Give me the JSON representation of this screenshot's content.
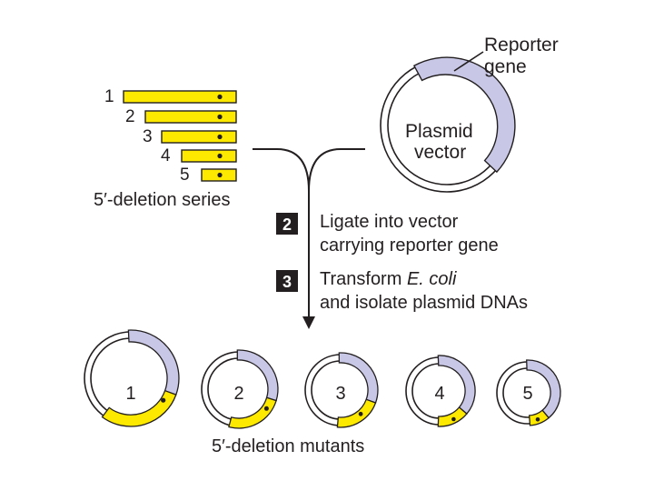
{
  "reporter": {
    "line1": "Reporter",
    "line2": "gene"
  },
  "plasmid": {
    "line1": "Plasmid",
    "line2": "vector"
  },
  "series": {
    "caption": "5′-deletion series",
    "fragments": [
      {
        "label": "1"
      },
      {
        "label": "2"
      },
      {
        "label": "3"
      },
      {
        "label": "4"
      },
      {
        "label": "5"
      }
    ]
  },
  "steps": [
    {
      "number": "2",
      "line1": "Ligate into vector",
      "line2": "carrying reporter gene"
    },
    {
      "number": "3",
      "line1_prefix": "Transform ",
      "line1_italic": "E. coli",
      "line2": "and isolate plasmid DNAs"
    }
  ],
  "mutants": {
    "caption": "5′-deletion mutants",
    "items": [
      {
        "label": "1"
      },
      {
        "label": "2"
      },
      {
        "label": "3"
      },
      {
        "label": "4"
      },
      {
        "label": "5"
      }
    ]
  },
  "colors": {
    "insert_yellow": "#fde800",
    "reporter_lavender": "#c8c8e6",
    "outline": "#231f20",
    "step_box": "#231f20"
  }
}
